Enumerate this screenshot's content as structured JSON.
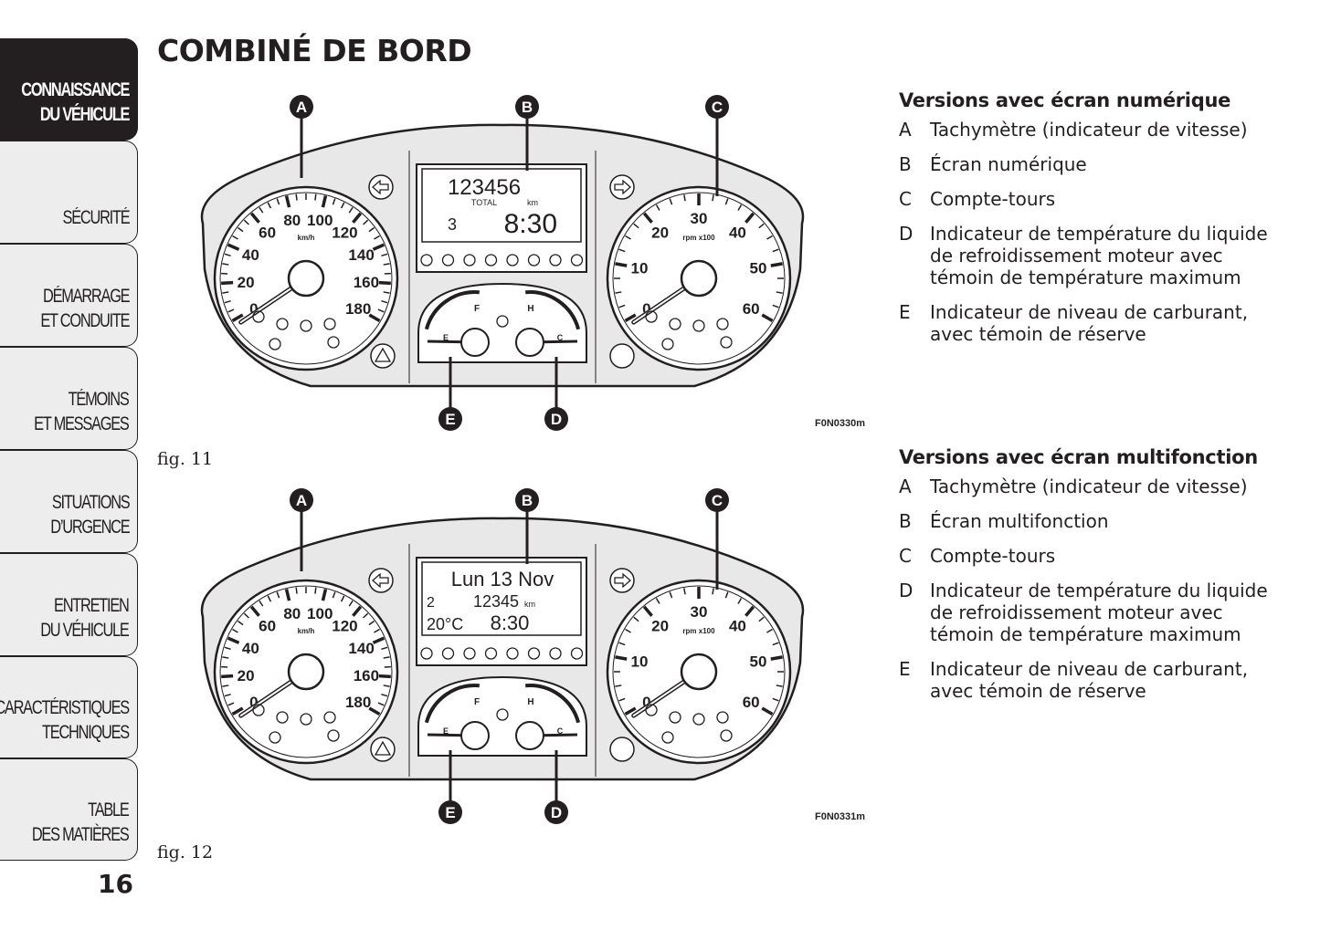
{
  "sidebar": {
    "tabs": [
      {
        "label": "CONNAISSANCE\nDU VÉHICULE",
        "active": true
      },
      {
        "label": "SÉCURITÉ"
      },
      {
        "label": "DÉMARRAGE\nET CONDUITE"
      },
      {
        "label": "TÉMOINS\nET MESSAGES"
      },
      {
        "label": "SITUATIONS\nD’URGENCE"
      },
      {
        "label": "ENTRETIEN\nDU VÉHICULE"
      },
      {
        "label": "CARACTÉRISTIQUES\nTECHNIQUES"
      },
      {
        "label": "TABLE\nDES MATIÈRES"
      }
    ],
    "page_number": "16"
  },
  "page_title": "COMBINÉ DE BORD",
  "figures": [
    {
      "label": "fig. 11",
      "code": "F0N0330m",
      "display": {
        "odometer": "123456",
        "total": "TOTAL",
        "unit": "km",
        "gear": "3",
        "clock": "8:30"
      }
    },
    {
      "label": "fig. 12",
      "code": "F0N0331m",
      "display": {
        "date": "Lun 13 Nov",
        "gear": "2",
        "odometer": "12345",
        "unit": "km",
        "temp": "20°C",
        "clock": "8:30"
      }
    }
  ],
  "gauges": {
    "speedo_labels": [
      "0",
      "20",
      "40",
      "60",
      "80",
      "100",
      "120",
      "140",
      "160",
      "180"
    ],
    "speedo_unit": "km/h",
    "tacho_labels": [
      "0",
      "10",
      "20",
      "30",
      "40",
      "50",
      "60"
    ],
    "tacho_unit": "rpm x100",
    "fuel_marks": [
      "F",
      "E"
    ],
    "temp_marks": [
      "H",
      "C"
    ]
  },
  "callouts": [
    "A",
    "B",
    "C",
    "D",
    "E"
  ],
  "legends": [
    {
      "heading": "Versions avec écran numérique",
      "items": [
        {
          "key": "A",
          "text": "Tachymètre (indicateur de vitesse)"
        },
        {
          "key": "B",
          "text": "Écran numérique"
        },
        {
          "key": "C",
          "text": "Compte-tours"
        },
        {
          "key": "D",
          "text": "Indicateur de température du liquide de refroidissement moteur avec témoin de température maximum"
        },
        {
          "key": "E",
          "text": "Indicateur de niveau de carburant, avec témoin de réserve"
        }
      ]
    },
    {
      "heading": "Versions avec écran multifonction",
      "items": [
        {
          "key": "A",
          "text": "Tachymètre (indicateur de vitesse)"
        },
        {
          "key": "B",
          "text": "Écran multifonction"
        },
        {
          "key": "C",
          "text": "Compte-tours"
        },
        {
          "key": "D",
          "text": "Indicateur de température du liquide de refroidissement moteur avec témoin de température maximum"
        },
        {
          "key": "E",
          "text": "Indicateur de niveau de carburant, avec témoin de réserve"
        }
      ]
    }
  ],
  "colors": {
    "ink": "#231f20",
    "panel": "#e8e8e8",
    "tab_bg": "#ededed"
  }
}
